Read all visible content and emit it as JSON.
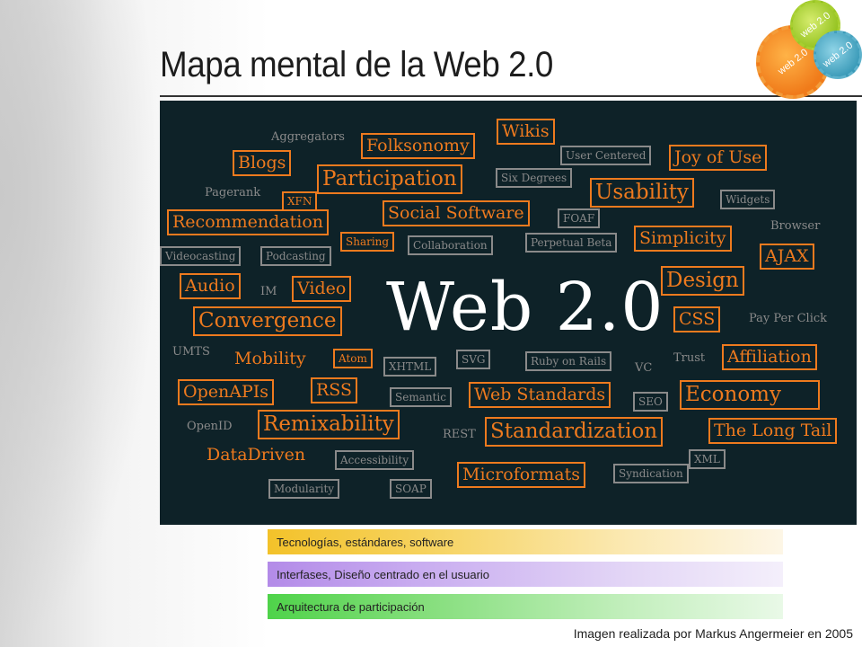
{
  "title": "Mapa mental de la Web 2.0",
  "badges": [
    "web 2.0",
    "web 2.0",
    "web 2.0"
  ],
  "center_label": "Web 2.0",
  "legend": [
    {
      "label": "Tecnologías, estándares, software",
      "color": "#f3c22a"
    },
    {
      "label": "Interfases, Diseño centrado en el usuario",
      "color": "#b38be8"
    },
    {
      "label": "Arquitectura de participación",
      "color": "#4fd34a"
    }
  ],
  "credit": "Imagen realizada por Markus Angermeier en 2005",
  "terms": [
    "Aggregators",
    "Folksonomy",
    "Wikis",
    "User Centered",
    "Joy of Use",
    "Blogs",
    "Participation",
    "Six Degrees",
    "Usability",
    "Widgets",
    "Pagerank",
    "XFN",
    "Recommendation",
    "Social Software",
    "FOAF",
    "Browser",
    "Videocasting",
    "Podcasting",
    "Sharing",
    "Collaboration",
    "Perpetual Beta",
    "Simplicity",
    "AJAX",
    "Audio",
    "IM",
    "Video",
    "Design",
    "Convergence",
    "CSS",
    "Pay Per Click",
    "UMTS",
    "Mobility",
    "Atom",
    "XHTML",
    "SVG",
    "Ruby on Rails",
    "VC",
    "Trust",
    "Affiliation",
    "OpenAPIs",
    "RSS",
    "Semantic",
    "Web Standards",
    "SEO",
    "Economy",
    "OpenID",
    "Remixability",
    "REST",
    "Standardization",
    "The Long Tail",
    "DataDriven",
    "Accessibility",
    "XML",
    "Microformats",
    "Syndication",
    "Modularity",
    "SOAP"
  ]
}
